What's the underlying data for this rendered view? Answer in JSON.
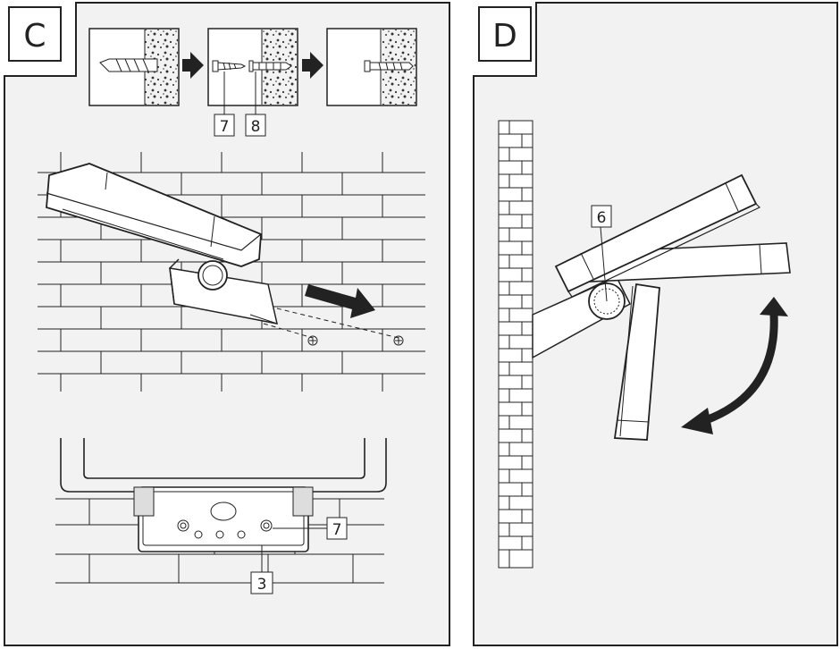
{
  "panels": {
    "left": {
      "letter": "C"
    },
    "right": {
      "letter": "D"
    }
  },
  "callouts": {
    "screw_top": "7",
    "anchor_top": "8",
    "screw_bottom": "7",
    "keyhole_bottom": "3",
    "knob_d": "6"
  },
  "colors": {
    "line": "#222222",
    "panel_bg": "#f2f2f2",
    "white": "#ffffff"
  }
}
